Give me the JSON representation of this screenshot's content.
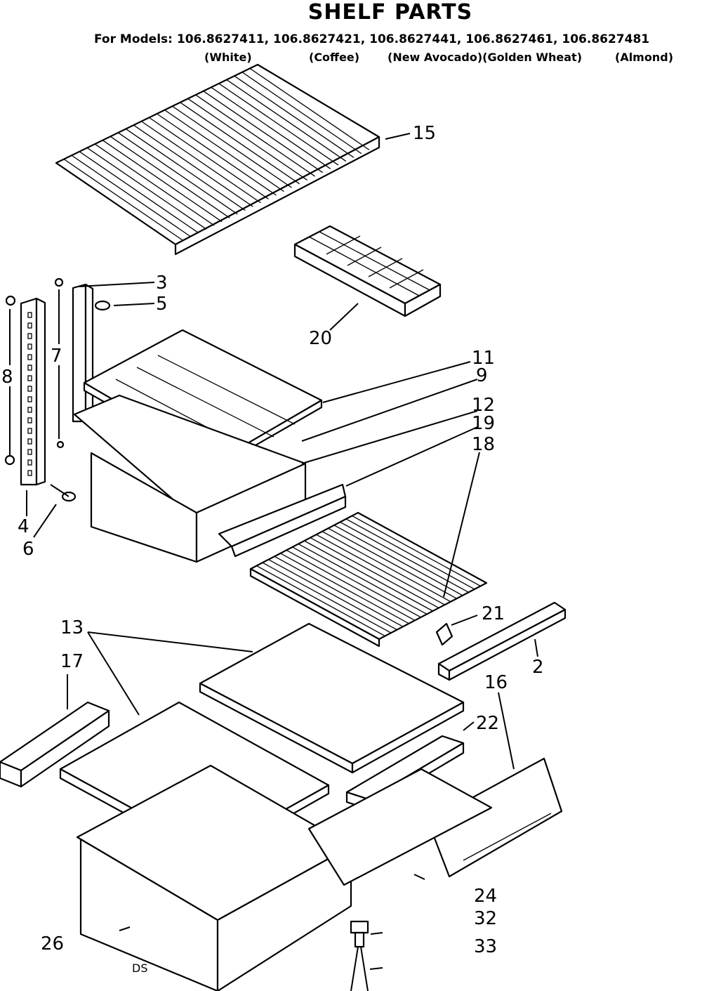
{
  "title": "SHELF PARTS",
  "models_prefix": "For Models:",
  "models": [
    "106.8627411,",
    "106.8627421,",
    "106.8627441,",
    "106.8627461,",
    "106.8627481"
  ],
  "colors": [
    "(White)",
    "(Coffee)",
    "(New Avocado)(Golden Wheat)",
    "(Almond)"
  ],
  "callouts": {
    "c15": "15",
    "c3": "3",
    "c5": "5",
    "c20": "20",
    "c8": "8",
    "c7": "7",
    "c11": "11",
    "c9": "9",
    "c12": "12",
    "c19": "19",
    "c18": "18",
    "c4": "4",
    "c6": "6",
    "c21": "21",
    "c2": "2",
    "c13": "13",
    "c17": "17",
    "c16": "16",
    "c22": "22",
    "c24": "24",
    "c32": "32",
    "c33": "33",
    "c26": "26"
  },
  "footer_code": "DS"
}
